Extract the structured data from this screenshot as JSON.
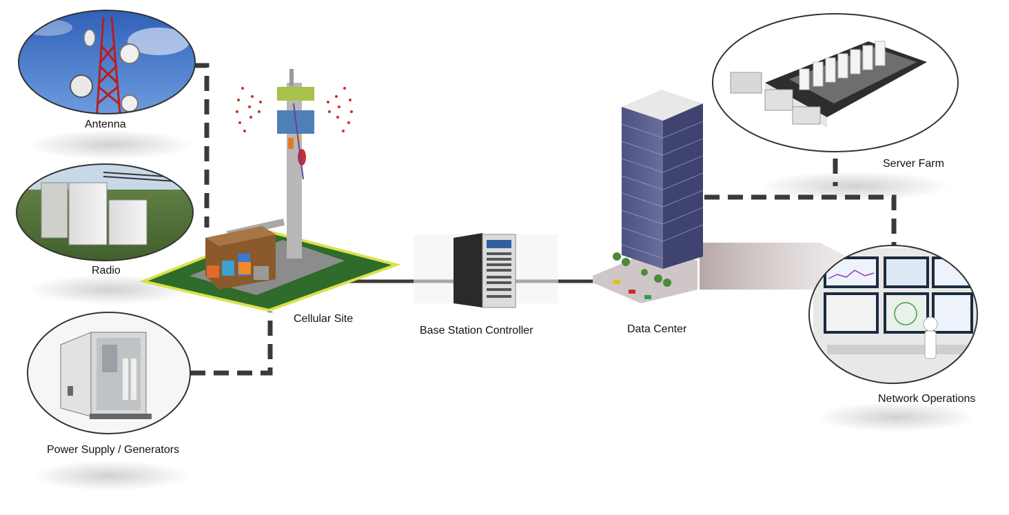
{
  "labels": {
    "antenna": "Antenna",
    "radio": "Radio",
    "power": "Power Supply / Generators",
    "cellular_site": "Cellular Site",
    "bsc": "Base Station Controller",
    "data_center": "Data Center",
    "server_farm": "Server Farm",
    "network_ops": "Network Operations"
  },
  "colors": {
    "connector": "#3a3a3a",
    "grass": "#2f6b2a",
    "grass_edge": "#d9e24a",
    "tower": "#b8b8b8",
    "building_glass": "#585c86",
    "sky": "#3f6fc4",
    "signal": "#c8302c"
  }
}
